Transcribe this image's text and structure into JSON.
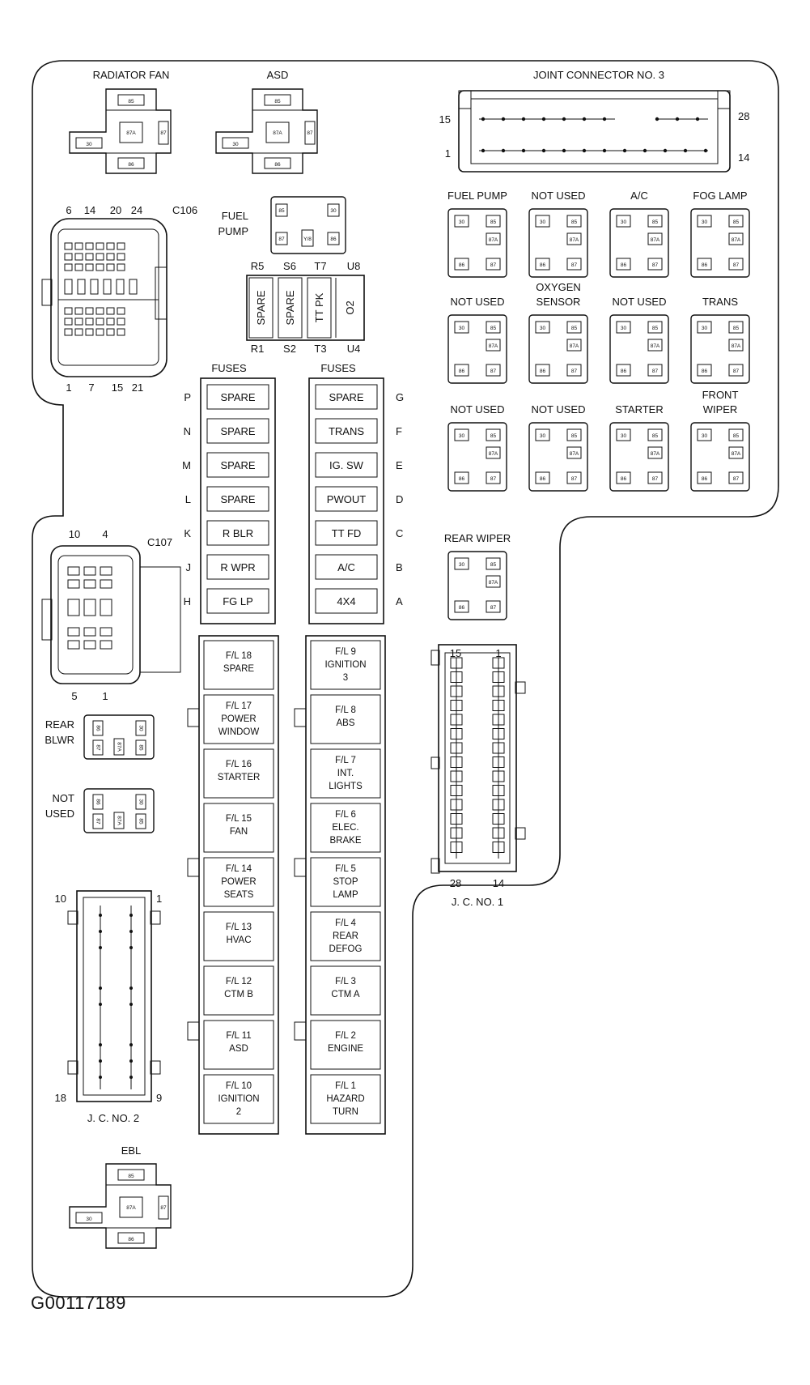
{
  "figure_id": "G00117189",
  "labels": {
    "radiator_fan": "RADIATOR FAN",
    "asd": "ASD",
    "ebl": "EBL",
    "fuel_pump_1": "FUEL",
    "fuel_pump_2": "PUMP",
    "rear_blwr_1": "REAR",
    "rear_blwr_2": "BLWR",
    "not_used_1": "NOT",
    "not_used_2": "USED",
    "c106": "C106",
    "c107": "C107",
    "joint_connector_3": "JOINT CONNECTOR NO. 3",
    "jc1": "J. C. NO. 1",
    "jc2": "J. C. NO. 2",
    "fuses_left": "FUSES",
    "fuses_right": "FUSES"
  },
  "pins": {
    "c106_top": [
      "6",
      "14",
      "20",
      "24"
    ],
    "c106_bottom": [
      "1",
      "7",
      "15",
      "21"
    ],
    "c107_top": [
      "10",
      "4"
    ],
    "c107_bottom": [
      "5",
      "1"
    ],
    "jc3": [
      "15",
      "28",
      "1",
      "14"
    ],
    "jc1": [
      "15",
      "1",
      "28",
      "14"
    ],
    "jc2": [
      "10",
      "1",
      "18",
      "9"
    ]
  },
  "relay_pins": {
    "r30": "30",
    "r85": "85",
    "r86": "86",
    "r87": "87",
    "r87a": "87A",
    "ya": "Y/8"
  },
  "sr_labels": {
    "top": [
      "R5",
      "S6",
      "T7",
      "U8"
    ],
    "bottom": [
      "R1",
      "S2",
      "T3",
      "U4"
    ],
    "fuses": [
      "SPARE",
      "SPARE",
      "TT PK",
      "O2"
    ]
  },
  "relays": [
    {
      "label1": "FUEL PUMP",
      "label2": ""
    },
    {
      "label1": "NOT USED",
      "label2": ""
    },
    {
      "label1": "A/C",
      "label2": ""
    },
    {
      "label1": "FOG LAMP",
      "label2": ""
    },
    {
      "label1": "NOT USED",
      "label2": ""
    },
    {
      "label1": "OXYGEN",
      "label2": "SENSOR"
    },
    {
      "label1": "NOT USED",
      "label2": ""
    },
    {
      "label1": "TRANS",
      "label2": ""
    },
    {
      "label1": "NOT USED",
      "label2": ""
    },
    {
      "label1": "NOT USED",
      "label2": ""
    },
    {
      "label1": "STARTER",
      "label2": ""
    },
    {
      "label1": "FRONT",
      "label2": "WIPER"
    },
    {
      "label1": "REAR WIPER",
      "label2": ""
    }
  ],
  "mini_fuses_left": [
    {
      "letter": "P",
      "name": "SPARE"
    },
    {
      "letter": "N",
      "name": "SPARE"
    },
    {
      "letter": "M",
      "name": "SPARE"
    },
    {
      "letter": "L",
      "name": "SPARE"
    },
    {
      "letter": "K",
      "name": "R BLR"
    },
    {
      "letter": "J",
      "name": "R WPR"
    },
    {
      "letter": "H",
      "name": "FG LP"
    }
  ],
  "mini_fuses_right": [
    {
      "letter": "G",
      "name": "SPARE"
    },
    {
      "letter": "F",
      "name": "TRANS"
    },
    {
      "letter": "E",
      "name": "IG. SW"
    },
    {
      "letter": "D",
      "name": "PWOUT"
    },
    {
      "letter": "C",
      "name": "TT FD"
    },
    {
      "letter": "B",
      "name": "A/C"
    },
    {
      "letter": "A",
      "name": "4X4"
    }
  ],
  "fusible_links_left": [
    {
      "l1": "F/L 18",
      "l2": "SPARE",
      "l3": ""
    },
    {
      "l1": "F/L 17",
      "l2": "POWER",
      "l3": "WINDOW"
    },
    {
      "l1": "F/L 16",
      "l2": "STARTER",
      "l3": ""
    },
    {
      "l1": "F/L 15",
      "l2": "FAN",
      "l3": ""
    },
    {
      "l1": "F/L 14",
      "l2": "POWER",
      "l3": "SEATS"
    },
    {
      "l1": "F/L 13",
      "l2": "HVAC",
      "l3": ""
    },
    {
      "l1": "F/L 12",
      "l2": "CTM B",
      "l3": ""
    },
    {
      "l1": "F/L 11",
      "l2": "ASD",
      "l3": ""
    },
    {
      "l1": "F/L 10",
      "l2": "IGNITION",
      "l3": "2"
    }
  ],
  "fusible_links_right": [
    {
      "l1": "F/L 9",
      "l2": "IGNITION",
      "l3": "3"
    },
    {
      "l1": "F/L 8",
      "l2": "ABS",
      "l3": ""
    },
    {
      "l1": "F/L 7",
      "l2": "INT.",
      "l3": "LIGHTS"
    },
    {
      "l1": "F/L 6",
      "l2": "ELEC.",
      "l3": "BRAKE"
    },
    {
      "l1": "F/L 5",
      "l2": "STOP",
      "l3": "LAMP"
    },
    {
      "l1": "F/L 4",
      "l2": "REAR",
      "l3": "DEFOG"
    },
    {
      "l1": "F/L 3",
      "l2": "CTM A",
      "l3": ""
    },
    {
      "l1": "F/L 2",
      "l2": "ENGINE",
      "l3": ""
    },
    {
      "l1": "F/L 1",
      "l2": "HAZARD",
      "l3": "TURN"
    }
  ]
}
